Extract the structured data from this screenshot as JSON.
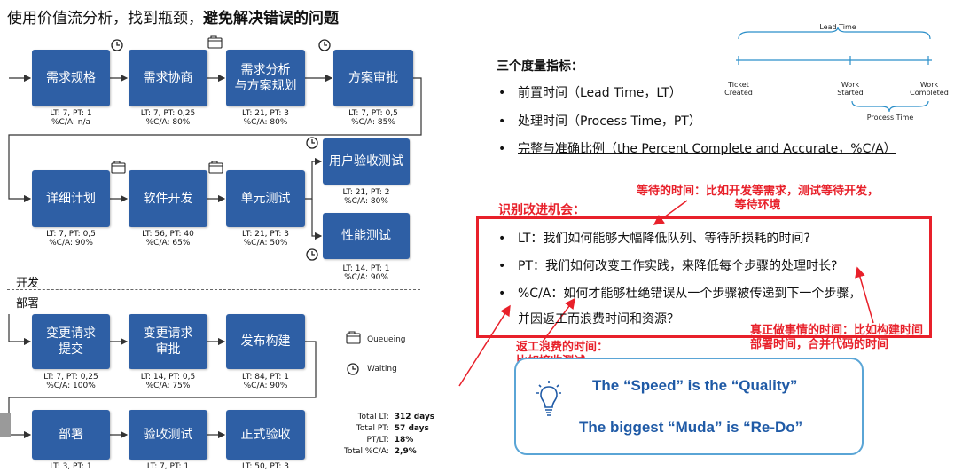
{
  "title": {
    "prefix": "使用价值流分析，找到瓶颈，",
    "bold": "避免解决错误的问题"
  },
  "sections": {
    "dev": "开发",
    "deploy": "部署"
  },
  "steps": [
    {
      "label": "需求规格",
      "metrics": "LT: 7, PT: 1\n%C/A: n/a"
    },
    {
      "label": "需求协商",
      "metrics": "LT: 7, PT: 0,25\n%C/A: 80%"
    },
    {
      "label": "需求分析\n与方案规划",
      "metrics": "LT: 21, PT: 3\n%C/A: 80%"
    },
    {
      "label": "方案审批",
      "metrics": "LT: 7, PT: 0,5\n%C/A: 85%"
    },
    {
      "label": "详细计划",
      "metrics": "LT: 7, PT: 0,5\n%C/A: 90%"
    },
    {
      "label": "软件开发",
      "metrics": "LT: 56, PT: 40\n%C/A: 65%"
    },
    {
      "label": "单元测试",
      "metrics": "LT: 21, PT: 3\n%C/A: 50%"
    },
    {
      "label": "用户验收测试",
      "metrics": "LT: 21, PT: 2\n%C/A: 80%"
    },
    {
      "label": "性能测试",
      "metrics": "LT: 14, PT: 1\n%C/A: 90%"
    },
    {
      "label": "变更请求\n提交",
      "metrics": "LT: 7, PT: 0,25\n%C/A: 100%"
    },
    {
      "label": "变更请求\n审批",
      "metrics": "LT: 14, PT: 0,5\n%C/A: 75%"
    },
    {
      "label": "发布构建",
      "metrics": "LT: 84, PT: 1\n%C/A: 90%"
    },
    {
      "label": "部署",
      "metrics": "LT: 3, PT: 1"
    },
    {
      "label": "验收测试",
      "metrics": "LT: 7, PT: 1"
    },
    {
      "label": "正式验收",
      "metrics": "LT: 50, PT: 3"
    }
  ],
  "legend": {
    "queueing": "Queueing",
    "waiting": "Waiting"
  },
  "totals": [
    {
      "k": "Total LT:",
      "v": "312 days"
    },
    {
      "k": "Total PT:",
      "v": "57 days"
    },
    {
      "k": "PT/LT:",
      "v": "18%"
    },
    {
      "k": "Total %C/A:",
      "v": "2,9%"
    }
  ],
  "timeline": {
    "lead_time": "Lead Time",
    "ticket_created": "Ticket\nCreated",
    "work_started": "Work\nStarted",
    "work_completed": "Work\nCompleted",
    "process_time": "Process Time"
  },
  "metrics_heading": "三个度量指标：",
  "metrics": [
    "前置时间（Lead Time，LT）",
    "处理时间（Process Time，PT）",
    "完整与准确比例（the Percent Complete and Accurate，%C/A）"
  ],
  "bullet_mark": "•",
  "opportunity_heading": "识别改进机会：",
  "opportunities": [
    "LT：我们如何能够大幅降低队列、等待所损耗的时间?",
    "PT：我们如何改变工作实践，来降低每个步骤的处理时长?",
    "%C/A：如何才能够杜绝错误从一个步骤被传递到下一个步骤，",
    "并因返工而浪费时间和资源？"
  ],
  "notes": {
    "waiting": "等待的时间：比如开发等需求，测试等待开发，\n等待环境",
    "real_work": "真正做事情的时间：比如构建时间\n部署时间，合并代码的时间",
    "rework": "返工浪费的时间：\n比如接收测试"
  },
  "quality": {
    "line1": "The “Speed” is the “Quality”",
    "line2": "The biggest  “Muda” is “Re-Do”"
  },
  "colors": {
    "box": "#2e5fa5",
    "red": "#e8202a",
    "blue_text": "#1f5aa6",
    "quality_border": "#5aa5d6"
  }
}
